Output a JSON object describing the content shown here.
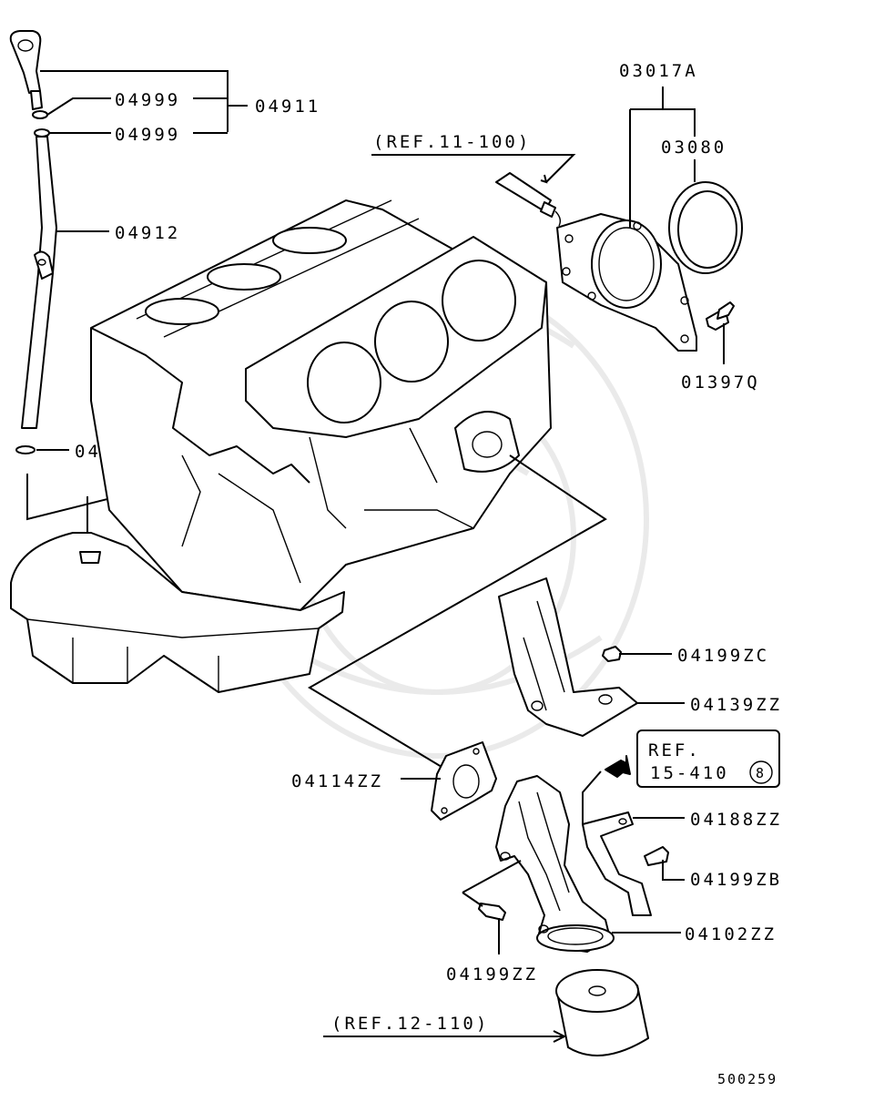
{
  "diagram_id": "500259",
  "labels": {
    "p04911": "04911",
    "p04999_a": "04999",
    "p04999_b": "04999",
    "p04912": "04912",
    "p04999_c": "04999",
    "p03017A": "03017A",
    "p03080": "03080",
    "p01397Q": "01397Q",
    "ref_11_100": "(REF.11-100)",
    "p04199ZC": "04199ZC",
    "p04139ZZ": "04139ZZ",
    "ref_15_410_line1": "REF.",
    "ref_15_410_line2": "15-410",
    "ref_15_410_circle": "8",
    "p04114ZZ": "04114ZZ",
    "p04188ZZ": "04188ZZ",
    "p04199ZB": "04199ZB",
    "p04102ZZ": "04102ZZ",
    "p04199ZZ": "04199ZZ",
    "ref_12_110": "(REF.12-110)"
  }
}
